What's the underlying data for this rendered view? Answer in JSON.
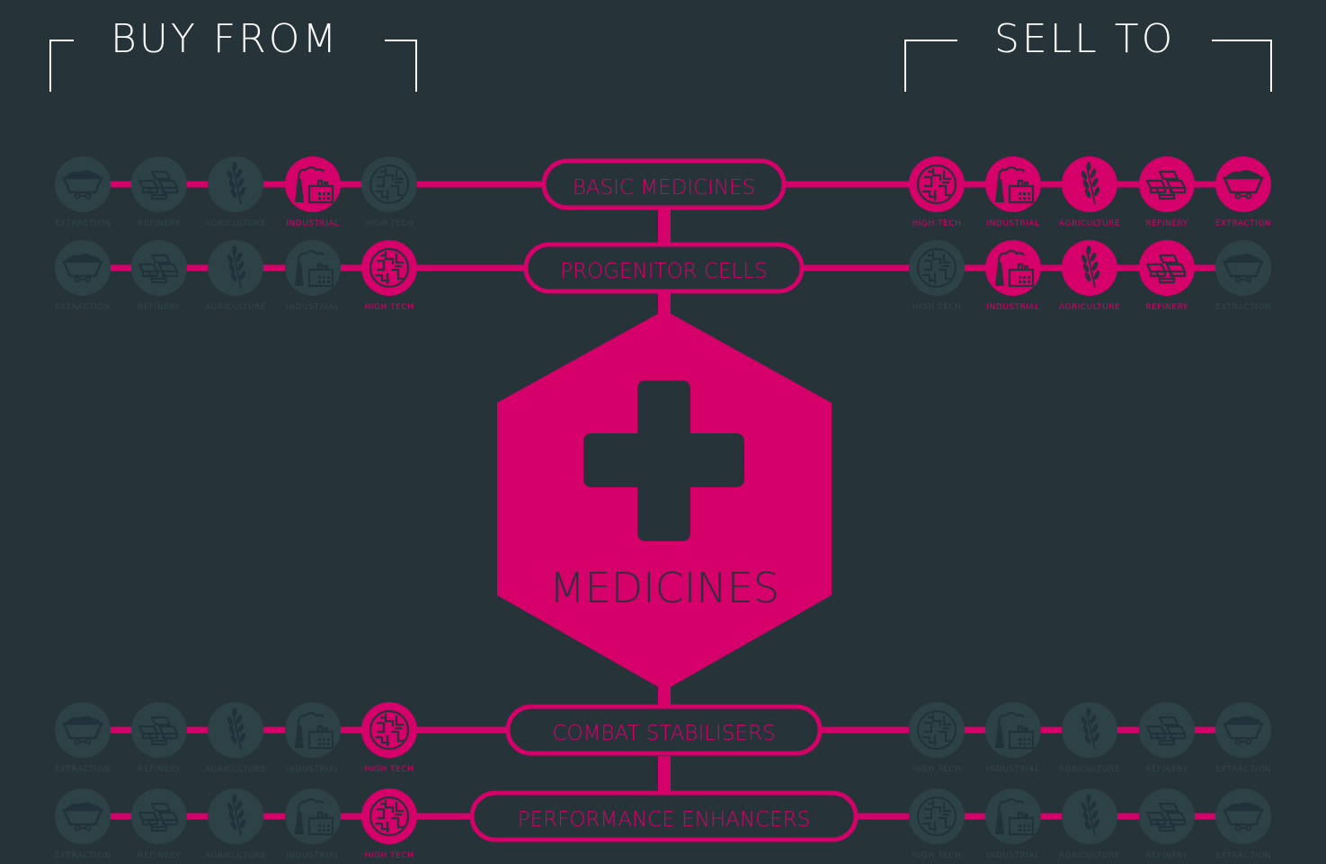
{
  "header": {
    "buy_title": "BUY FROM",
    "sell_title": "SELL TO"
  },
  "center": {
    "title": "MEDICINES",
    "icon": "medical-cross-icon"
  },
  "colors": {
    "accent": "#d6006b",
    "background": "#263439",
    "inactive_circle": "#2d4247",
    "inactive_label": "#30464b",
    "icon_dark": "#263439"
  },
  "products": [
    {
      "name": "BASIC MEDICINES",
      "buy": [
        {
          "sector": "EXTRACTION",
          "active": false
        },
        {
          "sector": "REFINERY",
          "active": false
        },
        {
          "sector": "AGRICULTURE",
          "active": false
        },
        {
          "sector": "INDUSTRIAL",
          "active": true
        },
        {
          "sector": "HIGH TECH",
          "active": false
        }
      ],
      "sell": [
        {
          "sector": "HIGH TECH",
          "active": true
        },
        {
          "sector": "INDUSTRIAL",
          "active": true
        },
        {
          "sector": "AGRICULTURE",
          "active": true
        },
        {
          "sector": "REFINERY",
          "active": true
        },
        {
          "sector": "EXTRACTION",
          "active": true
        }
      ]
    },
    {
      "name": "PROGENITOR CELLS",
      "buy": [
        {
          "sector": "EXTRACTION",
          "active": false
        },
        {
          "sector": "REFINERY",
          "active": false
        },
        {
          "sector": "AGRICULTURE",
          "active": false
        },
        {
          "sector": "INDUSTRIAL",
          "active": false
        },
        {
          "sector": "HIGH TECH",
          "active": true
        }
      ],
      "sell": [
        {
          "sector": "HIGH TECH",
          "active": false
        },
        {
          "sector": "INDUSTRIAL",
          "active": true
        },
        {
          "sector": "AGRICULTURE",
          "active": true
        },
        {
          "sector": "REFINERY",
          "active": true
        },
        {
          "sector": "EXTRACTION",
          "active": false
        }
      ]
    },
    {
      "name": "COMBAT STABILISERS",
      "buy": [
        {
          "sector": "EXTRACTION",
          "active": false
        },
        {
          "sector": "REFINERY",
          "active": false
        },
        {
          "sector": "AGRICULTURE",
          "active": false
        },
        {
          "sector": "INDUSTRIAL",
          "active": false
        },
        {
          "sector": "HIGH TECH",
          "active": true
        }
      ],
      "sell": [
        {
          "sector": "HIGH TECH",
          "active": false
        },
        {
          "sector": "INDUSTRIAL",
          "active": false
        },
        {
          "sector": "AGRICULTURE",
          "active": false
        },
        {
          "sector": "REFINERY",
          "active": false
        },
        {
          "sector": "EXTRACTION",
          "active": false
        }
      ]
    },
    {
      "name": "PERFORMANCE ENHANCERS",
      "buy": [
        {
          "sector": "EXTRACTION",
          "active": false
        },
        {
          "sector": "REFINERY",
          "active": false
        },
        {
          "sector": "AGRICULTURE",
          "active": false
        },
        {
          "sector": "INDUSTRIAL",
          "active": false
        },
        {
          "sector": "HIGH TECH",
          "active": true
        }
      ],
      "sell": [
        {
          "sector": "HIGH TECH",
          "active": false
        },
        {
          "sector": "INDUSTRIAL",
          "active": false
        },
        {
          "sector": "AGRICULTURE",
          "active": false
        },
        {
          "sector": "REFINERY",
          "active": false
        },
        {
          "sector": "EXTRACTION",
          "active": false
        }
      ]
    }
  ]
}
